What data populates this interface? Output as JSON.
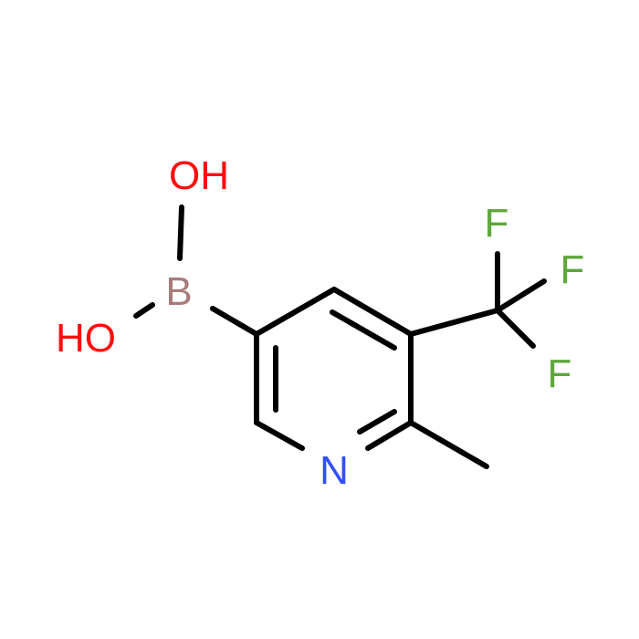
{
  "molecule": {
    "atoms": {
      "oh_top": {
        "label": "OH",
        "color": "#ff0d0d"
      },
      "oh_left": {
        "label": "HO",
        "color": "#ff0d0d"
      },
      "boron": {
        "label": "B",
        "color": "#a87b7b"
      },
      "nitrogen": {
        "label": "N",
        "color": "#3050f8"
      },
      "fluorine_1": {
        "label": "F",
        "color": "#5fa63b"
      },
      "fluorine_2": {
        "label": "F",
        "color": "#5fa63b"
      },
      "fluorine_3": {
        "label": "F",
        "color": "#5fa63b"
      }
    },
    "bond_color": "#000000"
  }
}
